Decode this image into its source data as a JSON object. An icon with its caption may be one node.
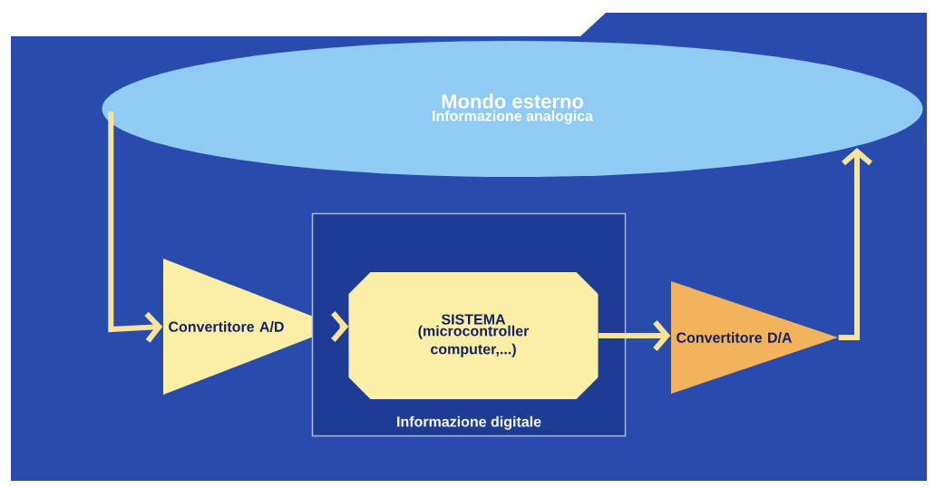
{
  "diagram": {
    "nodes": [
      {
        "text": [
          "Mondo esterno",
          "Informazione analogica"
        ]
      },
      {
        "text": [
          "Convertitore A/D"
        ]
      },
      {
        "text": [
          "Informazione digitale"
        ]
      },
      {
        "text": [
          "SISTEMA",
          "(microcontroller computer,...)"
        ],
        "in": 2
      },
      {
        "text": [
          "Convertitore D/A"
        ]
      }
    ],
    "edges": [
      {
        "from": 0,
        "to": 1,
        "arrow": "to"
      },
      {
        "from": 1,
        "to": 3,
        "arrow": "to"
      },
      {
        "from": 3,
        "to": 4,
        "arrow": "to"
      },
      {
        "from": 4,
        "to": 0,
        "arrow": "to"
      }
    ]
  }
}
